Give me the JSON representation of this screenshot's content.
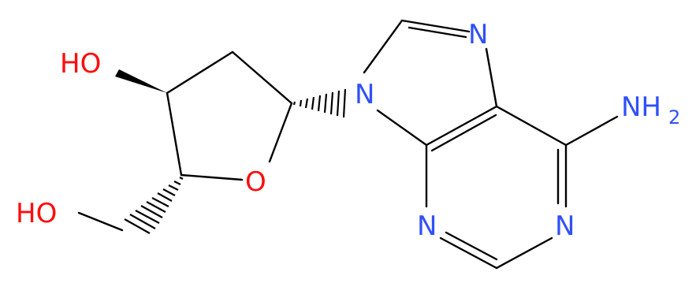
{
  "atoms": {
    "ho_top": "HO",
    "ho_bottom": "HO",
    "o_ring": "O",
    "n9": "N",
    "n7": "N",
    "n3": "N",
    "n1": "N",
    "nh2": "NH",
    "nh2_sub": "2"
  },
  "colors": {
    "oxygen": "#ff0d0d",
    "nitrogen": "#3050f8",
    "bond": "#000000"
  }
}
